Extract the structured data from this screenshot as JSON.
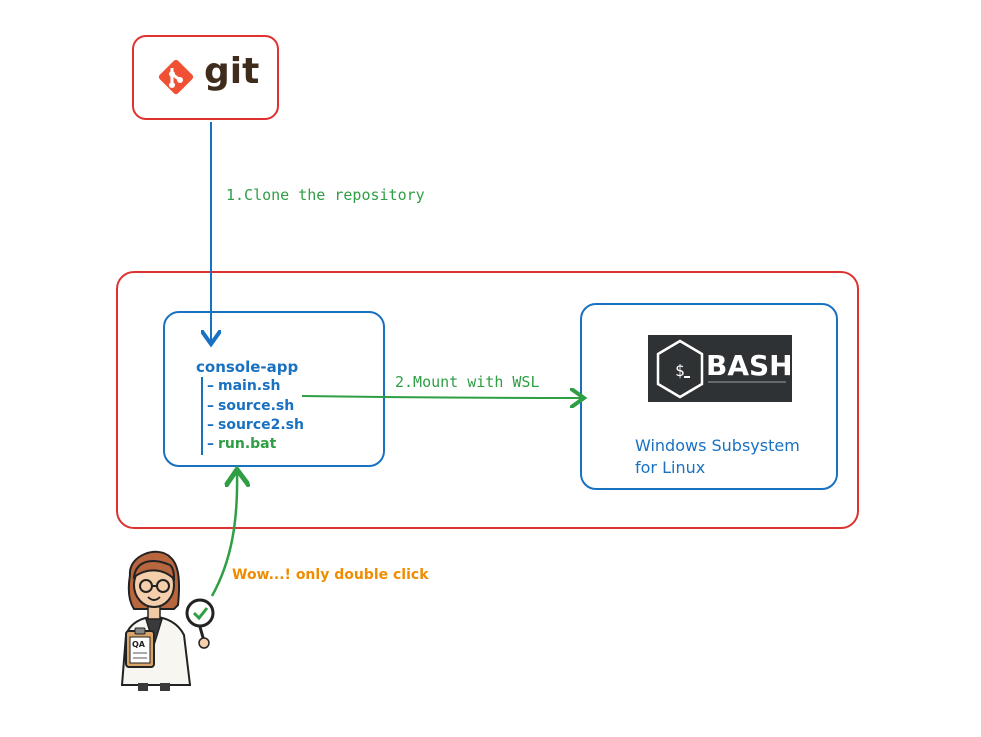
{
  "git": {
    "label": "git"
  },
  "edges": {
    "clone": "1.Clone the repository",
    "mount": "2.Mount with WSL"
  },
  "repo": {
    "root": "console-app",
    "files": [
      "main.sh",
      "source.sh",
      "source2.sh",
      "run.bat"
    ]
  },
  "wsl": {
    "logo_text": "BASH",
    "label": "Windows Subsystem for Linux"
  },
  "qa": {
    "badge": "QA",
    "comment": "Wow...! only double click"
  },
  "colors": {
    "red": "#e03131",
    "blue": "#1971c2",
    "green": "#2f9e44",
    "orange": "#f08c00",
    "git_orange": "#f05033"
  },
  "icons": [
    "git-logo-icon",
    "bash-logo-icon",
    "qa-person-icon",
    "checkmark-magnifier-icon"
  ]
}
